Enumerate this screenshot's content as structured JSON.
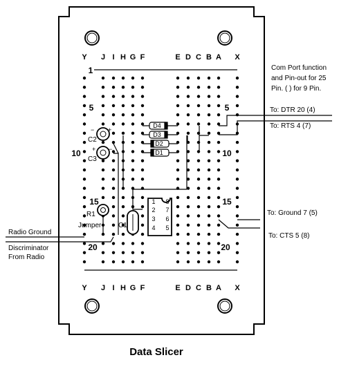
{
  "board": {
    "left_columns": [
      "Y",
      "J",
      "I",
      "H",
      "G",
      "F"
    ],
    "right_columns": [
      "E",
      "D",
      "C",
      "B",
      "A",
      "X"
    ],
    "left_row_numbers": [
      "1",
      "5",
      "10",
      "15",
      "20"
    ],
    "right_row_numbers": [
      "5",
      "10",
      "15",
      "20"
    ]
  },
  "note": {
    "line1": "Com Port function",
    "line2": "and Pin-out for 25",
    "line3": "Pin.  (  ) for 9 Pin."
  },
  "connections": {
    "dtr": "To: DTR  20 (4)",
    "rts": "To: RTS    4 (7)",
    "ground": "To: Ground  7 (5)",
    "cts": "To: CTS   5 (8)",
    "radio_ground": "Radio Ground",
    "discriminator_1": "Discriminator",
    "discriminator_2": "From Radio"
  },
  "components": {
    "c2": "C2",
    "c3": "C3",
    "r1": "R1",
    "c1": "C1",
    "jumper": "Jumper",
    "d1": "D1",
    "d2": "D2",
    "d3": "D3",
    "d4": "D4",
    "plus": "+",
    "minus": "−"
  },
  "ic_pins": {
    "left": [
      "1",
      "2",
      "3",
      "4"
    ],
    "right": [
      "8",
      "7",
      "6",
      "5"
    ]
  },
  "title": "Data Slicer"
}
